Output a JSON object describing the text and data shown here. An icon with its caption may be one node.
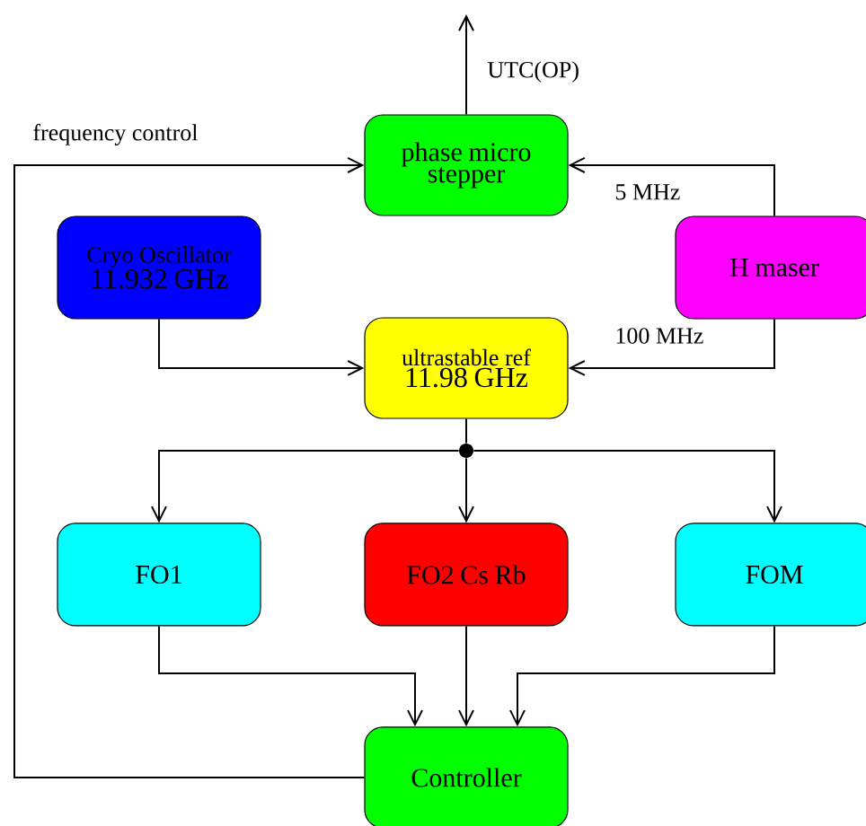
{
  "diagram": {
    "nodes": [
      {
        "text": [
          "phase micro stepper"
        ]
      },
      {
        "text": [
          "Cryo Oscillator",
          "11.932 GHz"
        ]
      },
      {
        "text": [
          "H maser"
        ]
      },
      {
        "text": [
          "ultrastable ref",
          "11.98 GHz"
        ]
      },
      {
        "text": [],
        "shape": "circle"
      },
      {
        "text": [
          "FO1"
        ]
      },
      {
        "text": [
          "FO2 Cs Rb"
        ]
      },
      {
        "text": [
          "FOM"
        ]
      },
      {
        "text": [
          "Controller"
        ]
      }
    ],
    "edges": [
      {
        "from": 0,
        "to": null,
        "arrow": "to",
        "label": "UTC(OP)"
      },
      {
        "from": 8,
        "to": 0,
        "arrow": "to",
        "label": "frequency control"
      },
      {
        "from": 2,
        "to": 0,
        "arrow": "to",
        "label": "5 MHz"
      },
      {
        "from": 1,
        "to": 3,
        "arrow": "to"
      },
      {
        "from": 2,
        "to": 3,
        "arrow": "to",
        "label": "100 MHz"
      },
      {
        "from": 3,
        "to": 4,
        "arrow": "none"
      },
      {
        "from": 4,
        "to": 5,
        "arrow": "to"
      },
      {
        "from": 4,
        "to": 6,
        "arrow": "to"
      },
      {
        "from": 4,
        "to": 7,
        "arrow": "to"
      },
      {
        "from": 5,
        "to": 8,
        "arrow": "to"
      },
      {
        "from": 6,
        "to": 8,
        "arrow": "to"
      },
      {
        "from": 7,
        "to": 8,
        "arrow": "to"
      }
    ]
  }
}
